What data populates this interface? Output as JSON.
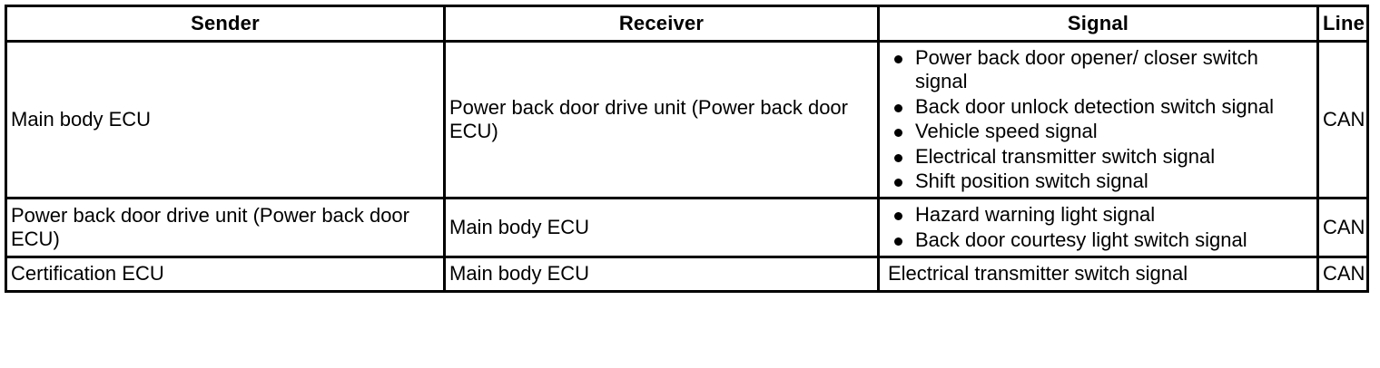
{
  "table": {
    "headers": [
      {
        "label": "Sender",
        "key": "sender"
      },
      {
        "label": "Receiver",
        "key": "receiver"
      },
      {
        "label": "Signal",
        "key": "signal"
      },
      {
        "label": "Line",
        "key": "line"
      }
    ],
    "rows": [
      {
        "sender": "Main body ECU",
        "receiver": "Power back door drive unit (Power back door ECU)",
        "signal_bullets": [
          "Power back door opener/ closer switch signal",
          "Back door unlock detection switch signal",
          "Vehicle speed signal",
          "Electrical transmitter switch signal",
          "Shift position switch signal"
        ],
        "signal_text": "",
        "line": "CAN"
      },
      {
        "sender": "Power back door drive unit (Power back door ECU)",
        "receiver": "Main body ECU",
        "signal_bullets": [
          "Hazard warning light signal",
          "Back door courtesy light switch signal"
        ],
        "signal_text": "",
        "line": "CAN"
      },
      {
        "sender": "Certification ECU",
        "receiver": "Main body ECU",
        "signal_bullets": [],
        "signal_text": "Electrical transmitter switch signal",
        "line": "CAN"
      }
    ]
  },
  "style": {
    "border_color": "#000000",
    "text_color": "#000000",
    "background": "#ffffff"
  }
}
